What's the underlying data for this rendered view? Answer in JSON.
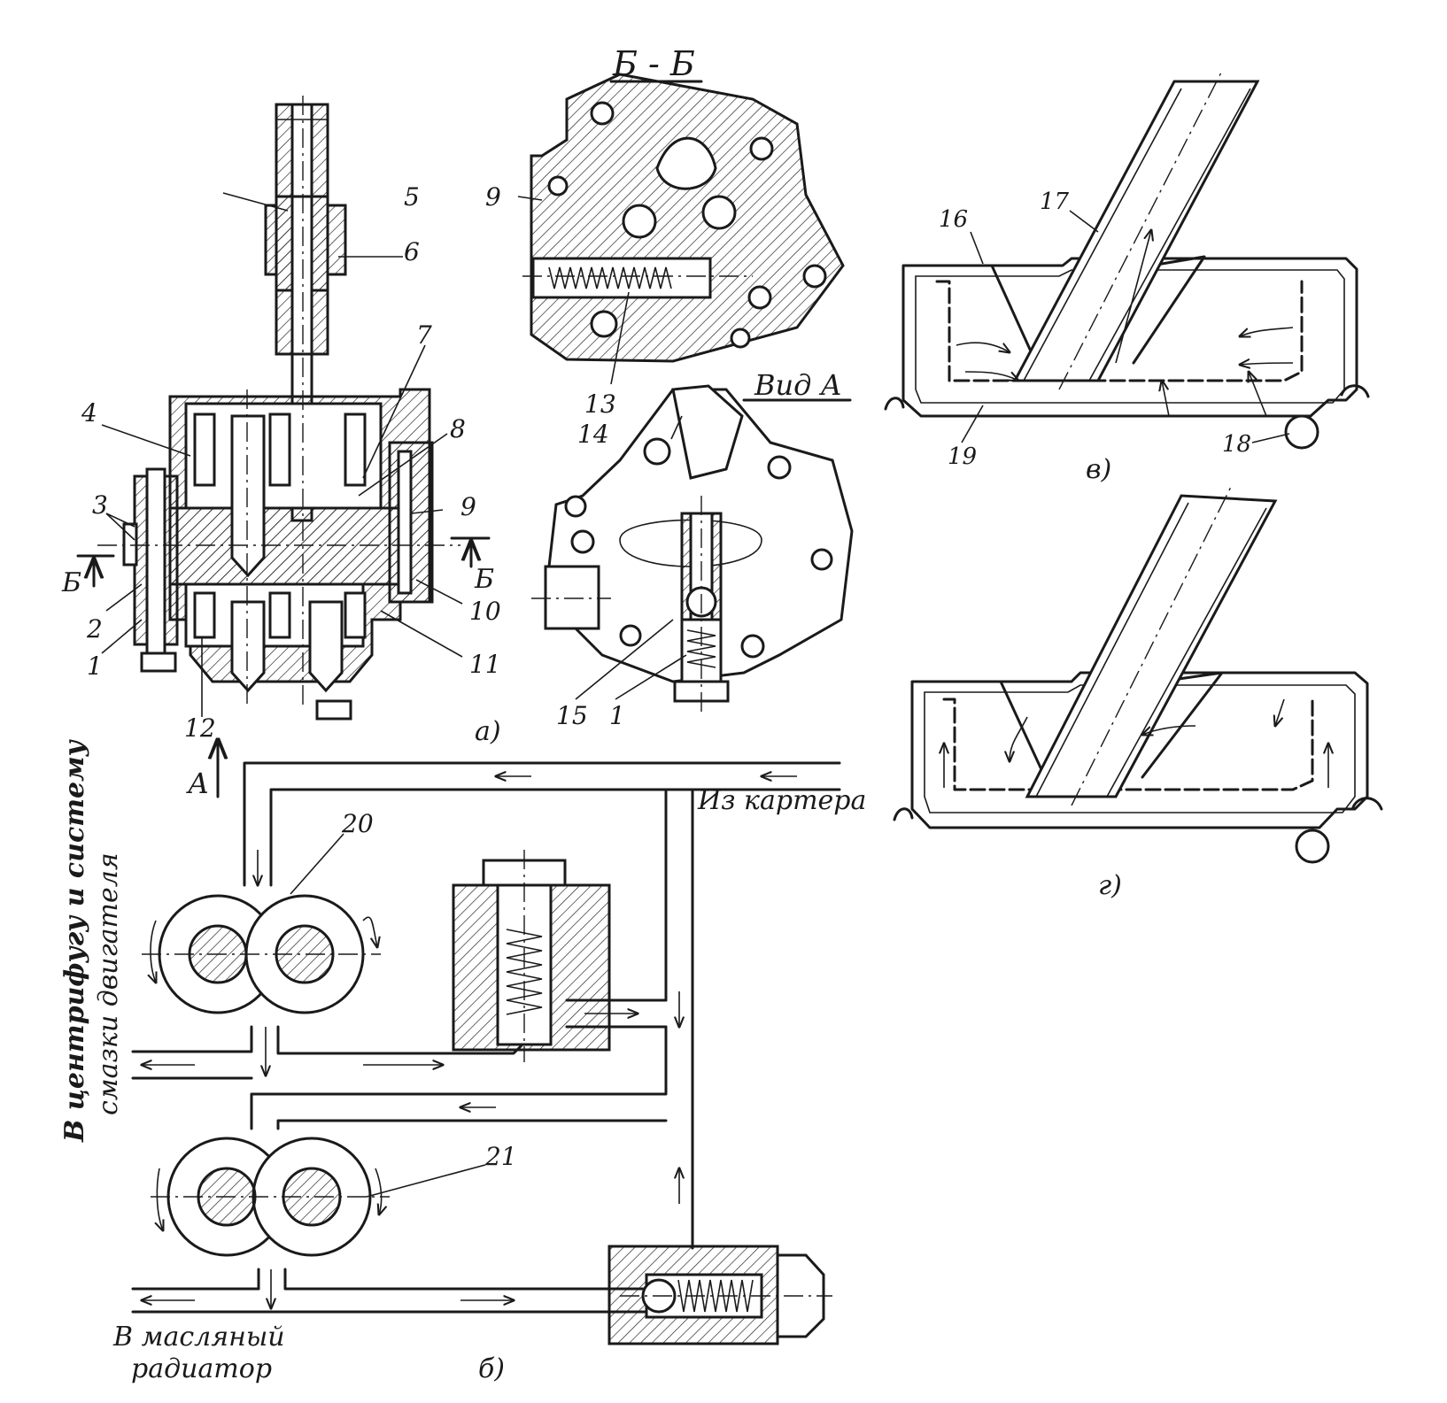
{
  "section_title": "Б - Б",
  "view_title": "Вид А",
  "view_arrow_letter": "А",
  "section_marks": [
    "Б",
    "Б"
  ],
  "fig_a": {
    "caption": "а)",
    "part_numbers": [
      "1",
      "2",
      "3",
      "4",
      "5",
      "6",
      "7",
      "8",
      "9",
      "10",
      "11",
      "12"
    ]
  },
  "fig_bb": {
    "part_numbers": [
      "9",
      "13"
    ]
  },
  "fig_view_a": {
    "part_numbers": [
      "14",
      "15",
      "1"
    ]
  },
  "fig_b": {
    "caption": "б)",
    "from_crankcase": "Из картера",
    "to_centrifuge_line1": "В центрифугу и систему",
    "to_centrifuge_line2": "смазки двигателя",
    "to_radiator_line1": "В масляный",
    "to_radiator_line2": "радиатор",
    "part_numbers": [
      "20",
      "21"
    ]
  },
  "fig_v": {
    "caption": "в)",
    "part_numbers": [
      "16",
      "17",
      "18",
      "19"
    ]
  },
  "fig_g": {
    "caption": "г)"
  }
}
